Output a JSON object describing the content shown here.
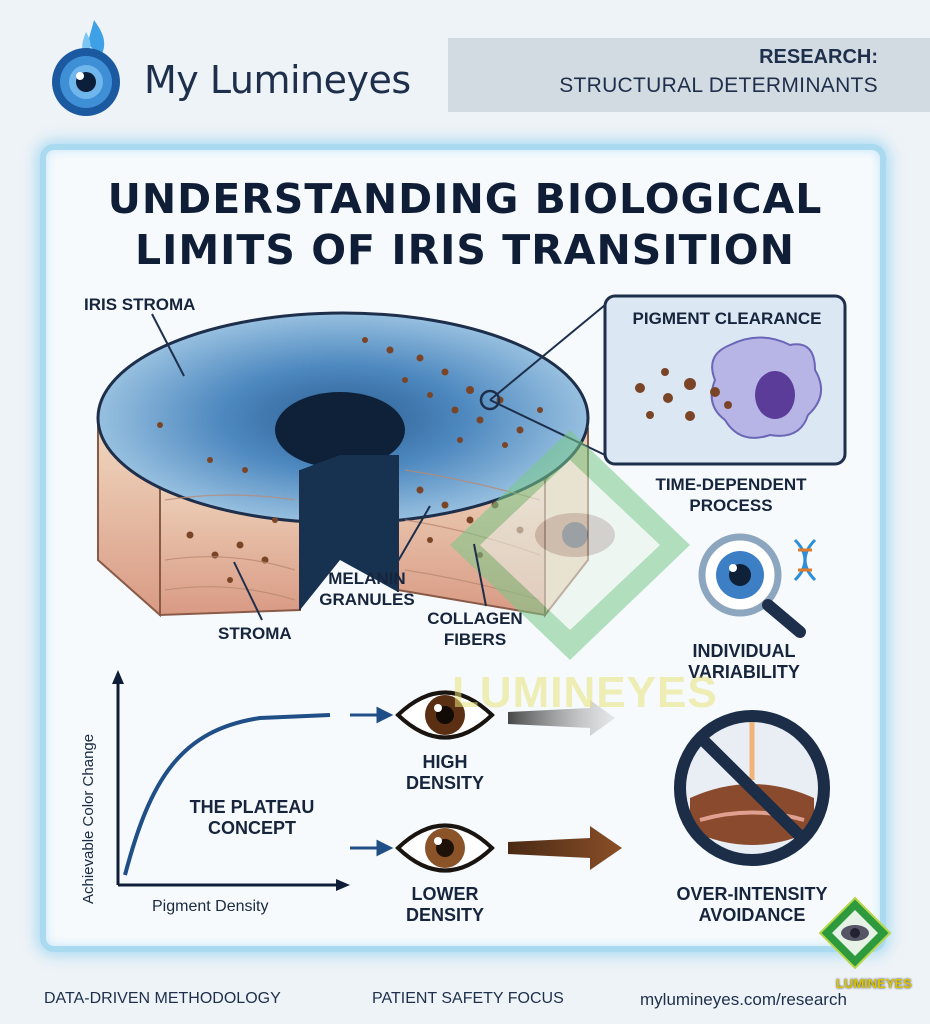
{
  "header": {
    "brand": "My Lumineyes",
    "research_label": "RESEARCH:",
    "research_subtitle": "STRUCTURAL DETERMINANTS"
  },
  "title": {
    "line1": "UNDERSTANDING BIOLOGICAL",
    "line2": "LIMITS OF IRIS TRANSITION"
  },
  "labels": {
    "iris_stroma": "IRIS STROMA",
    "stroma": "STROMA",
    "melanin_1": "MELANIN",
    "melanin_2": "GRANULES",
    "collagen_1": "COLLAGEN",
    "collagen_2": "FIBERS",
    "pigment_clearance": "PIGMENT CLEARANCE",
    "time_1": "TIME-DEPENDENT",
    "time_2": "PROCESS",
    "indiv_1": "INDIVIDUAL",
    "indiv_2": "VARIABILITY",
    "plateau_1": "THE PLATEAU",
    "plateau_2": "CONCEPT",
    "high_1": "HIGH",
    "high_2": "DENSITY",
    "lower_1": "LOWER",
    "lower_2": "DENSITY",
    "over_1": "OVER-INTENSITY",
    "over_2": "AVOIDANCE"
  },
  "chart": {
    "ylabel": "Achievable Color Change",
    "xlabel": "Pigment Density"
  },
  "watermark": {
    "text": "LUMINEYES",
    "badge": "LUMINEYES"
  },
  "footer": {
    "left": "DATA-DRIVEN METHODOLOGY",
    "middle": "PATIENT SAFETY FOCUS",
    "right": "mylumineyes.com/research"
  },
  "colors": {
    "navy": "#1e2f4c",
    "iris_blue": "#4f86b6",
    "melanin": "#7a4526",
    "glow": "#a9daf0"
  }
}
